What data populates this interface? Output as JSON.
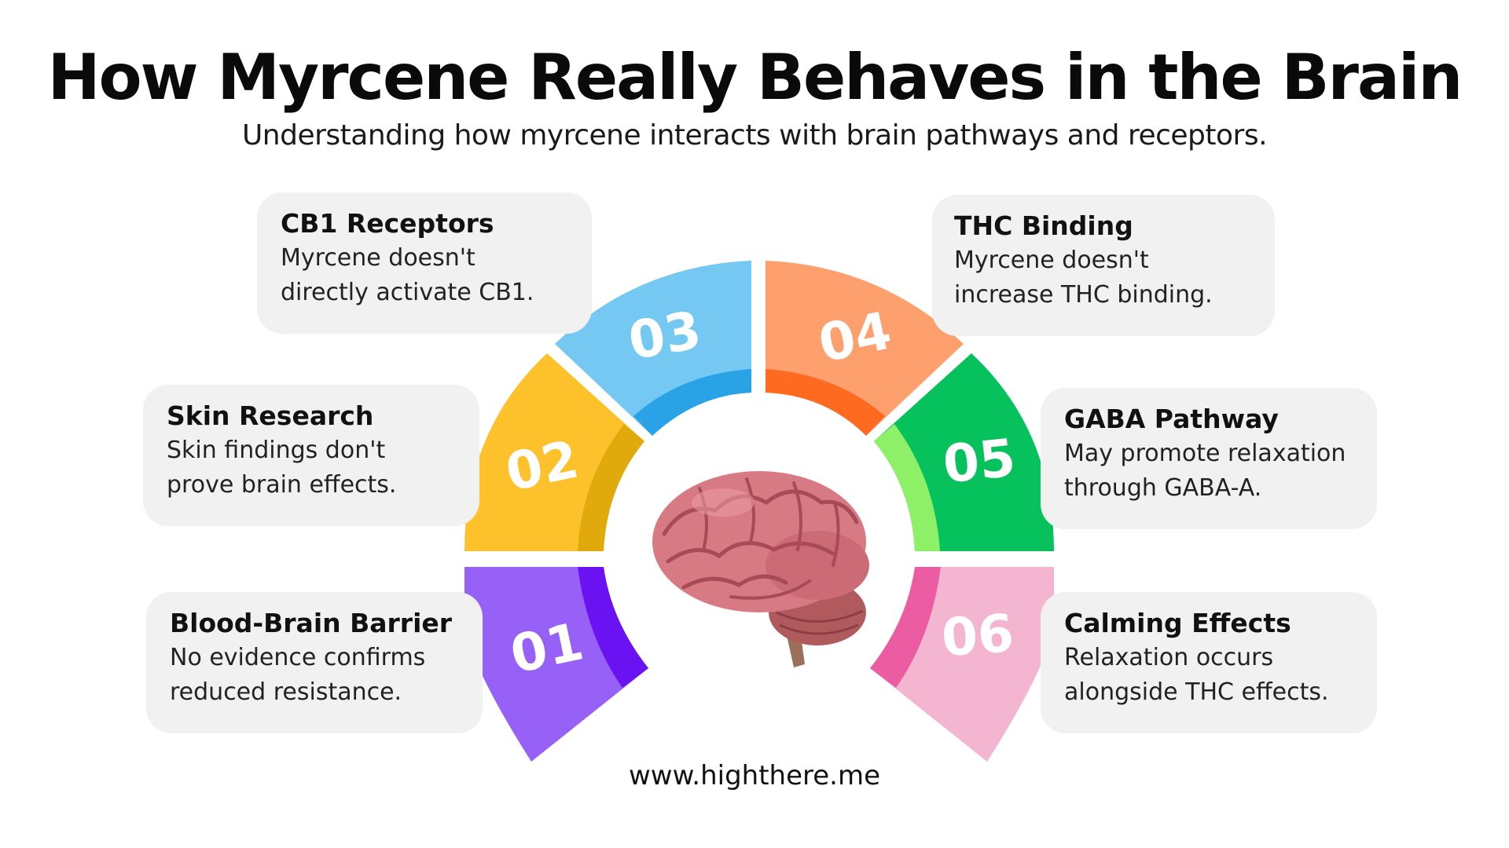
{
  "title": "How Myrcene Really Behaves in the Brain",
  "subtitle": "Understanding how myrcene interacts with brain pathways and receptors.",
  "footer": "www.highthere.me",
  "segments": [
    {
      "number": "01",
      "heading": "Blood-Brain Barrier",
      "line1": "No evidence confirms",
      "line2": "reduced resistance.",
      "color": "#9761f8",
      "dark": "#6b12f3"
    },
    {
      "number": "02",
      "heading": "Skin Research",
      "line1": "Skin findings don't",
      "line2": "prove brain effects.",
      "color": "#fdc12c",
      "dark": "#e0a90c"
    },
    {
      "number": "03",
      "heading": "CB1 Receptors",
      "line1": "Myrcene doesn't",
      "line2": "directly activate CB1.",
      "color": "#74c8f2",
      "dark": "#2aa3e6"
    },
    {
      "number": "04",
      "heading": "THC Binding",
      "line1": "Myrcene doesn't",
      "line2": "increase THC binding.",
      "color": "#fea06d",
      "dark": "#fe6a1f"
    },
    {
      "number": "05",
      "heading": "GABA Pathway",
      "line1": "May promote relaxation",
      "line2": "through GABA-A.",
      "color": "#06c15c",
      "dark": "#8ef066"
    },
    {
      "number": "06",
      "heading": "Calming Effects",
      "line1": "Relaxation occurs",
      "line2": "alongside THC effects.",
      "color": "#f4b5d1",
      "dark": "#ec5ca2"
    }
  ],
  "icons": {
    "center": "brain-icon"
  }
}
